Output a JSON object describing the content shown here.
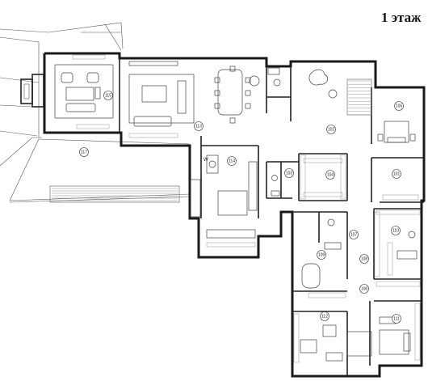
{
  "title": "1 этаж",
  "rooms": [
    {
      "id": "r115",
      "label": "115"
    },
    {
      "id": "r117",
      "label": "117"
    },
    {
      "id": "r113",
      "label": "113"
    },
    {
      "id": "r114",
      "label": "114"
    },
    {
      "id": "r102",
      "label": "102"
    },
    {
      "id": "r103",
      "label": "103"
    },
    {
      "id": "r104",
      "label": "104"
    },
    {
      "id": "r105",
      "label": "105"
    },
    {
      "id": "r101",
      "label": "101"
    },
    {
      "id": "r106",
      "label": "106"
    },
    {
      "id": "r107",
      "label": "107"
    },
    {
      "id": "r108",
      "label": "108"
    },
    {
      "id": "r109",
      "label": "109"
    },
    {
      "id": "r110",
      "label": "110"
    },
    {
      "id": "r111",
      "label": "111"
    },
    {
      "id": "r112",
      "label": "112"
    }
  ],
  "laundry_label": "W"
}
